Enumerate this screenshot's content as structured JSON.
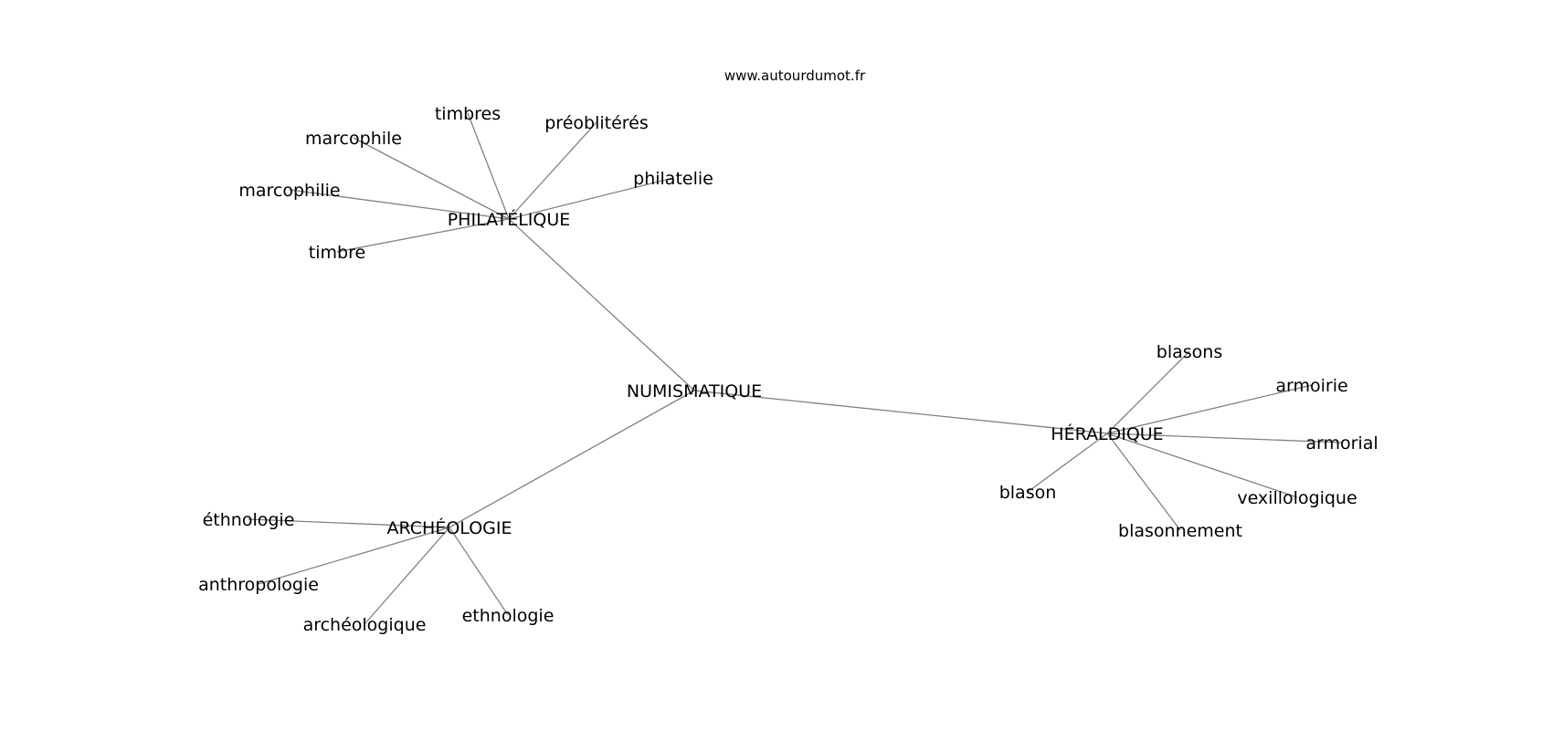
{
  "source": "www.autourdumot.fr",
  "center": {
    "id": "numismatique",
    "label": "NUMISMATIQUE"
  },
  "hubs": [
    {
      "id": "philatelique",
      "label": "PHILATÉLIQUE",
      "leaves": [
        {
          "id": "timbres",
          "label": "timbres"
        },
        {
          "id": "preobliteres",
          "label": "préoblitérés"
        },
        {
          "id": "marcophile",
          "label": "marcophile"
        },
        {
          "id": "philatelie",
          "label": "philatelie"
        },
        {
          "id": "marcophilie",
          "label": "marcophilie"
        },
        {
          "id": "timbre",
          "label": "timbre"
        }
      ]
    },
    {
      "id": "heraldique",
      "label": "HÉRALDIQUE",
      "leaves": [
        {
          "id": "blasons",
          "label": "blasons"
        },
        {
          "id": "armoirie",
          "label": "armoirie"
        },
        {
          "id": "armorial",
          "label": "armorial"
        },
        {
          "id": "blason",
          "label": "blason"
        },
        {
          "id": "vexillologique",
          "label": "vexillologique"
        },
        {
          "id": "blasonnement",
          "label": "blasonnement"
        }
      ]
    },
    {
      "id": "archeologie",
      "label": "ARCHÉOLOGIE",
      "leaves": [
        {
          "id": "ethnologie-accent",
          "label": "éthnologie"
        },
        {
          "id": "anthropologie",
          "label": "anthropologie"
        },
        {
          "id": "archeologique",
          "label": "archéologique"
        },
        {
          "id": "ethnologie",
          "label": "ethnologie"
        }
      ]
    }
  ]
}
